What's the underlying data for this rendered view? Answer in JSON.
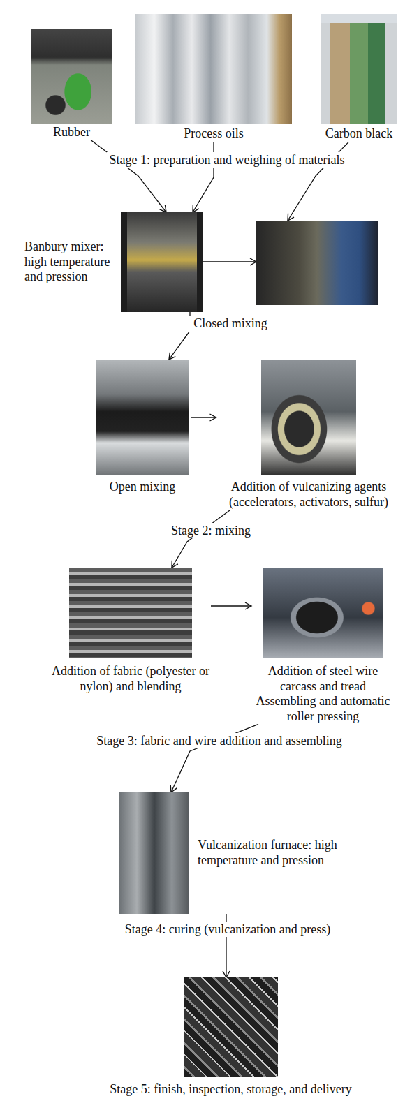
{
  "diagram": {
    "nodes": [
      {
        "text": [
          "Rubber"
        ]
      },
      {
        "text": [
          "Process oils"
        ]
      },
      {
        "text": [
          "Carbon black"
        ]
      },
      {
        "text": [
          "Banbury mixer: high temperature and pression"
        ]
      },
      {
        "text": [
          "Closed mixing"
        ]
      },
      {
        "text": [
          "Open mixing"
        ]
      },
      {
        "text": [
          "Addition of vulcanizing agents (accelerators, activators, sulfur)"
        ]
      },
      {
        "text": [
          "Addition of fabric (polyester or nylon) and blending"
        ]
      },
      {
        "text": [
          "Addition of steel wire carcass and tread",
          "Assembling and automatic roller pressing"
        ]
      },
      {
        "text": [
          "Vulcanization furnace: high temperature and pression"
        ]
      },
      {
        "text": [
          "Stage 5: finish, inspection, storage, and delivery"
        ]
      }
    ],
    "edges": [
      {
        "from": 0,
        "to": 3,
        "arrow": "to"
      },
      {
        "from": 1,
        "to": 3,
        "arrow": "to"
      },
      {
        "from": 2,
        "to": 4,
        "arrow": "to"
      },
      {
        "from": 3,
        "to": 4,
        "arrow": "to"
      },
      {
        "from": 3,
        "to": 5,
        "arrow": "to"
      },
      {
        "from": 5,
        "to": 6,
        "arrow": "to"
      },
      {
        "from": 6,
        "to": 7,
        "arrow": "to"
      },
      {
        "from": 7,
        "to": 8,
        "arrow": "to"
      },
      {
        "from": 8,
        "to": 9,
        "arrow": "to"
      },
      {
        "from": 9,
        "to": 10,
        "arrow": "to"
      }
    ],
    "labels": [
      "Stage 1: preparation and weighing of materials",
      "Stage 2: mixing",
      "Stage 3: fabric and wire addition and assembling",
      "Stage 4: curing (vulcanization and press)"
    ]
  }
}
